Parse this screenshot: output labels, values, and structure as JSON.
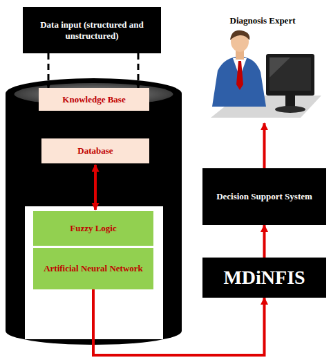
{
  "diagram": {
    "nodes": [
      {
        "text": [
          "Data input (structured and unstructured)"
        ]
      },
      {
        "text": [
          "Knowledge Base"
        ]
      },
      {
        "text": [
          "Database"
        ]
      },
      {
        "text": [
          "Fuzzy Logic"
        ]
      },
      {
        "text": [
          "Artificial Neural Network"
        ]
      },
      {
        "text": [
          "Diagnosis Expert"
        ]
      },
      {
        "text": [
          "Decision Support System"
        ]
      },
      {
        "text": [
          "MDiNFIS"
        ]
      }
    ],
    "edges": [
      {
        "from": 0,
        "to": 1,
        "arrow": "to"
      },
      {
        "from": 0,
        "to": 1,
        "arrow": "to"
      },
      {
        "from": 2,
        "to": 3,
        "arrow": "both"
      },
      {
        "from": 4,
        "to": 7,
        "arrow": "to"
      },
      {
        "from": 7,
        "to": 6,
        "arrow": "to"
      },
      {
        "from": 6,
        "to": 5,
        "arrow": "to"
      }
    ]
  }
}
